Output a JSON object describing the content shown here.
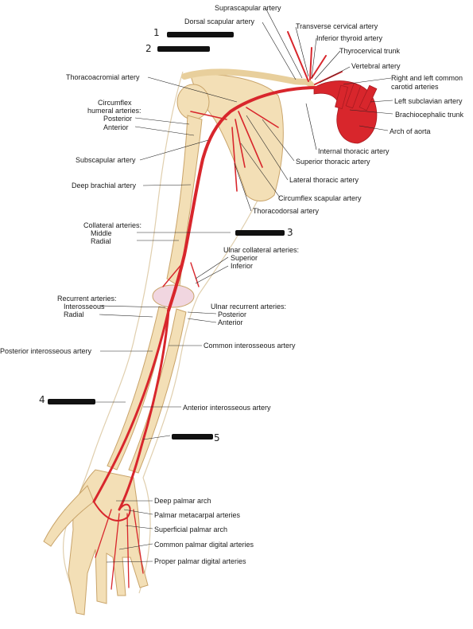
{
  "colors": {
    "artery": "#d8262c",
    "artery_dark": "#a81a20",
    "bone": "#f2dcb0",
    "bone_edge": "#c9a46a",
    "skin_outline": "#d9c9a8",
    "leader": "#222222",
    "redaction": "#111111"
  },
  "numbers": {
    "n1": "1",
    "n2": "2",
    "n3": "3",
    "n4": "4",
    "n5": "5"
  },
  "labels": {
    "suprascapular": "Suprascapular artery",
    "dorsal_scapular": "Dorsal scapular artery",
    "transverse_cervical": "Transverse cervical artery",
    "inferior_thyroid": "Inferior thyroid artery",
    "thyrocervical": "Thyrocervical trunk",
    "vertebral": "Vertebral artery",
    "common_carotid_1": "Right and left common",
    "common_carotid_2": "carotid arteries",
    "left_subclavian": "Left subclavian artery",
    "brachiocephalic": "Brachiocephalic trunk",
    "arch_aorta": "Arch of aorta",
    "internal_thoracic": "Internal thoracic artery",
    "superior_thoracic": "Superior thoracic artery",
    "lateral_thoracic": "Lateral thoracic artery",
    "circumflex_scapular": "Circumflex scapular artery",
    "thoracodorsal": "Thoracodorsal artery",
    "thoracoacromial": "Thoracoacromial artery",
    "circumflex_humeral_1": "Circumflex",
    "circumflex_humeral_2": "humeral arteries:",
    "posterior": "Posterior",
    "anterior": "Anterior",
    "subscapular": "Subscapular artery",
    "deep_brachial": "Deep brachial artery",
    "collateral": "Collateral arteries:",
    "middle": "Middle",
    "radial": "Radial",
    "ulnar_collateral": "Ulnar collateral arteries:",
    "superior": "Superior",
    "inferior": "Inferior",
    "recurrent": "Recurrent arteries:",
    "interosseous": "Interosseous",
    "radial2": "Radial",
    "ulnar_recurrent": "Ulnar recurrent arteries:",
    "posterior2": "Posterior",
    "anterior2": "Anterior",
    "posterior_interosseous": "Posterior interosseous artery",
    "common_interosseous": "Common interosseous artery",
    "anterior_interosseous": "Anterior interosseous artery",
    "deep_palmar": "Deep palmar arch",
    "palmar_metacarpal": "Palmar metacarpal arteries",
    "superficial_palmar": "Superficial palmar arch",
    "common_palmar_digital": "Common palmar digital arteries",
    "proper_palmar_digital": "Proper palmar digital arteries"
  }
}
